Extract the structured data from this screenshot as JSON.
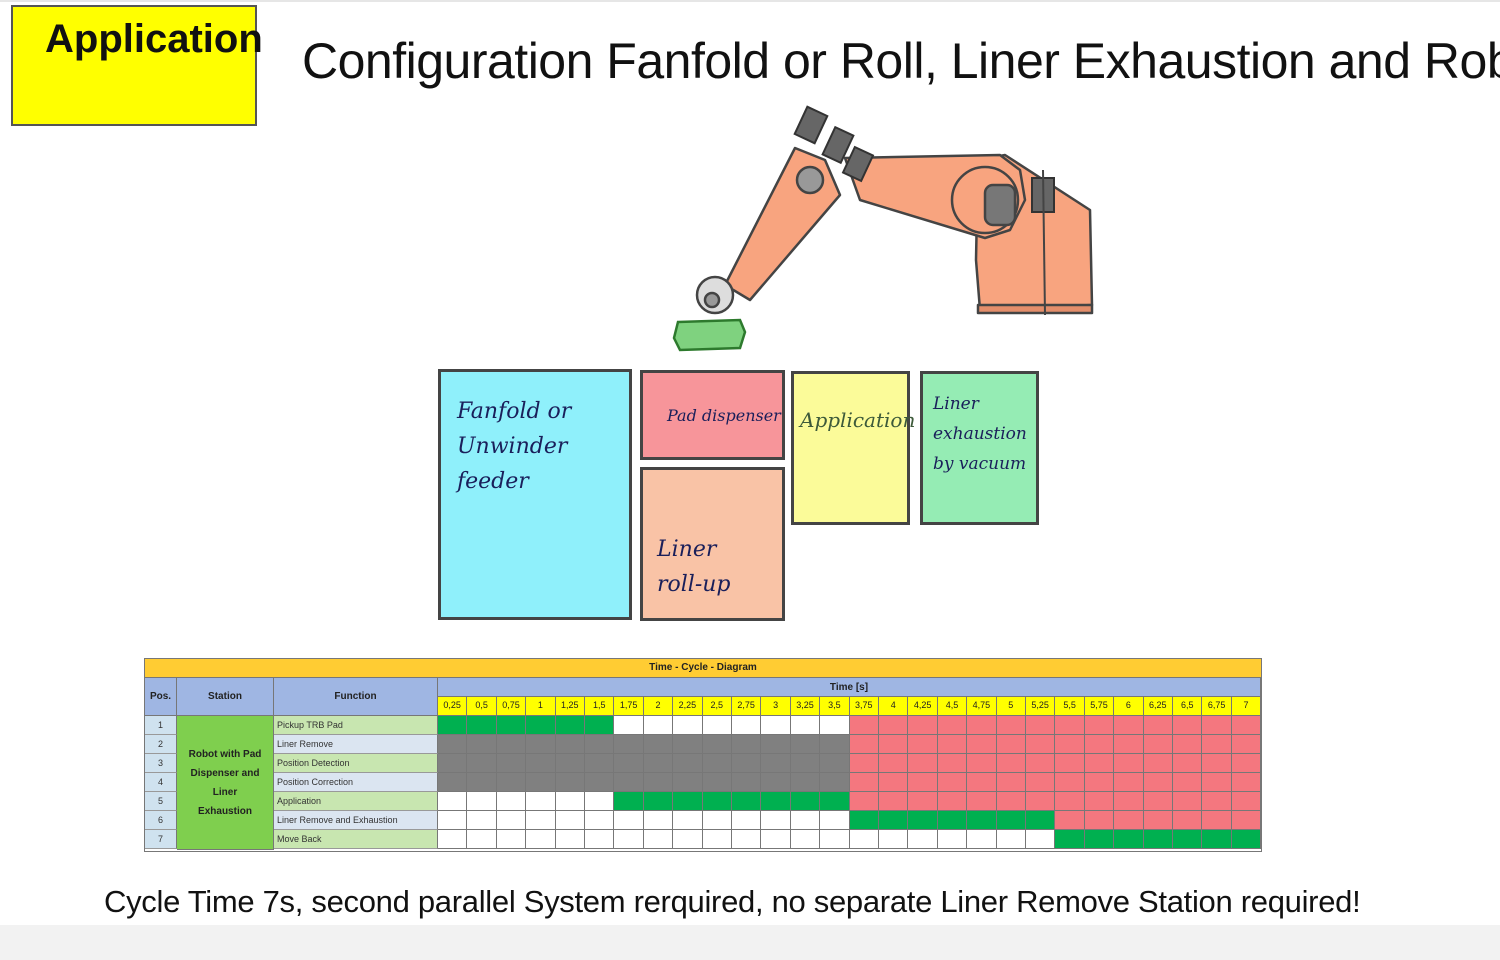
{
  "badge": {
    "label": "Application"
  },
  "title": "Configuration Fanfold or Roll, Liner Exhaustion and Robot",
  "stations": {
    "feeder": "Fanfold  or\nUnwinder feeder",
    "pad": "Pad dispenser",
    "liner": "Liner\nroll-up",
    "application": "Application",
    "exhaustion": "Liner\nexhaustion\nby vacuum"
  },
  "table": {
    "title": "Time - Cycle - Diagram",
    "col_pos": "Pos.",
    "col_station": "Station",
    "col_function": "Function",
    "col_time": "Time [s]",
    "ticks": [
      "0,25",
      "0,5",
      "0,75",
      "1",
      "1,25",
      "1,5",
      "1,75",
      "2",
      "2,25",
      "2,5",
      "2,75",
      "3",
      "3,25",
      "3,5",
      "3,75",
      "4",
      "4,25",
      "4,5",
      "4,75",
      "5",
      "5,25",
      "5,5",
      "5,75",
      "6",
      "6,25",
      "6,5",
      "6,75",
      "7"
    ],
    "station": "Robot with Pad\nDispenser and Liner\nExhaustion",
    "rows": [
      {
        "pos": "1",
        "function": "Pickup TRB Pad",
        "pattern": "GGGGGGWWWWWWWWRRRRRRRRRRRRRR"
      },
      {
        "pos": "2",
        "function": "Liner Remove",
        "pattern": "DDDDDDDDDDDDDDRRRRRRRRRRRRRR"
      },
      {
        "pos": "3",
        "function": "Position Detection",
        "pattern": "DDDDDDDDDDDDDDRRRRRRRRRRRRRR"
      },
      {
        "pos": "4",
        "function": "Position Correction",
        "pattern": "DDDDDDDDDDDDDDRRRRRRRRRRRRRR"
      },
      {
        "pos": "5",
        "function": "Application",
        "pattern": "WWWWWWGGGGGGGGRRRRRRRRRRRRRR"
      },
      {
        "pos": "6",
        "function": "Liner Remove and Exhaustion",
        "pattern": "WWWWWWWWWWWWWWGGGGGGGRRRRRRR"
      },
      {
        "pos": "7",
        "function": "Move Back",
        "pattern": "WWWWWWWWWWWWWWWWWWWWWGGGGGGG"
      }
    ],
    "colors": {
      "G": "#00b050",
      "W": "#ffffff",
      "D": "#808080",
      "R": "#f4777f"
    }
  },
  "footer": "Cycle Time 7s, second parallel System rerquired, no separate Liner Remove Station required!"
}
